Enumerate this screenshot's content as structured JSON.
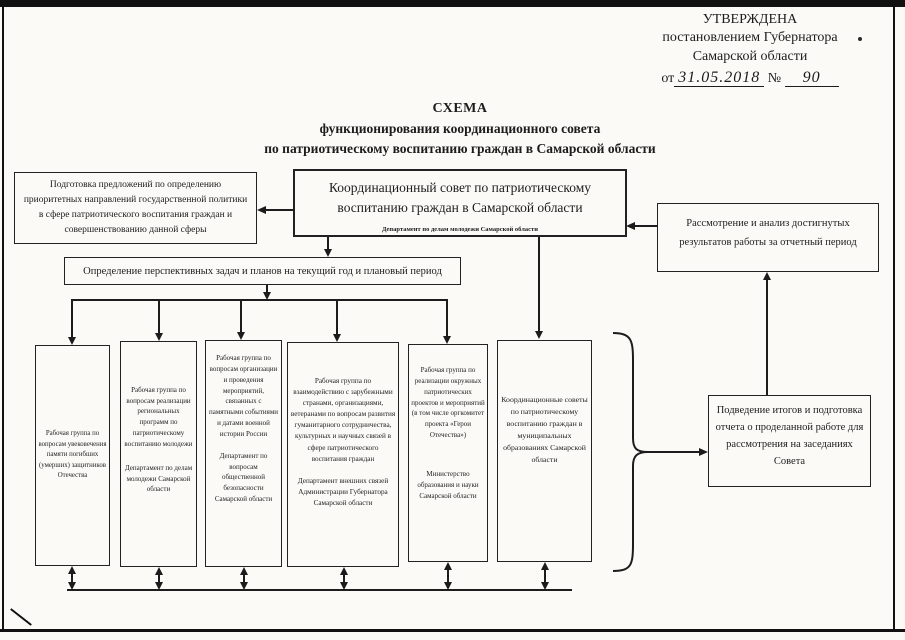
{
  "colors": {
    "ink": "#1c1c1c",
    "paper": "#fbfaf7"
  },
  "approval": {
    "line1": "УТВЕРЖДЕНА",
    "line2": "постановлением Губернатора",
    "line3": "Самарской области",
    "prefix": "от",
    "date": "31.05.2018",
    "number_sign": "№",
    "number": "90"
  },
  "title": {
    "line1": "СХЕМА",
    "line2": "функционирования координационного совета",
    "line3": "по патриотическому воспитанию граждан в Самарской области"
  },
  "diagram": {
    "council": {
      "title": "Координационный совет по патриотическому воспитанию граждан в Самарской области",
      "subtitle": "Департамент по делам молодежи  Самарской области"
    },
    "proposals": {
      "text": "Подготовка предложений по определению приоритетных направлений государственной политики в сфере патриотического воспитания граждан и совершенствованию данной сферы"
    },
    "review": {
      "text": "Рассмотрение и анализ достигнутых результатов работы за отчетный период"
    },
    "tasks_bar": {
      "text": "Определение перспективных задач и планов на текущий год и плановый период"
    },
    "groups": [
      {
        "title": "Рабочая группа по вопросам увековечения памяти погибших (умерших) защитников Отечества",
        "subtitle": ""
      },
      {
        "title": "Рабочая группа по вопросам реализации региональных программ по патриотическому воспитанию молодежи",
        "subtitle": "Департамент по делам молодежи Самарской области"
      },
      {
        "title": "Рабочая группа по вопросам организации и проведения мероприятий, связанных с памятными событиями и датами военной истории России",
        "subtitle": "Департамент по вопросам общественной безопасности Самарской области"
      },
      {
        "title": "Рабочая группа по взаимодействию с зарубежными странами, организациями, ветеранами по вопросам развития гуманитарного сотрудничества, культурных и научных связей в сфере патриотического воспитания граждан",
        "subtitle": "Департамент внешних связей Администрации Губернатора Самарской области"
      },
      {
        "title": "Рабочая группа по реализации окружных патриотических проектов и мероприятий (в том числе оргкомитет проекта «Герои Отечества»)",
        "subtitle": "Министерство образования и науки Самарской области"
      },
      {
        "title": "Координационные советы по патриотическому воспитанию граждан в муниципальных образованиях Самарской области",
        "subtitle": ""
      }
    ],
    "summary": {
      "text": "Подведение итогов и подготовка отчета о проделанной работе для рассмотрения на заседаниях Совета"
    }
  }
}
